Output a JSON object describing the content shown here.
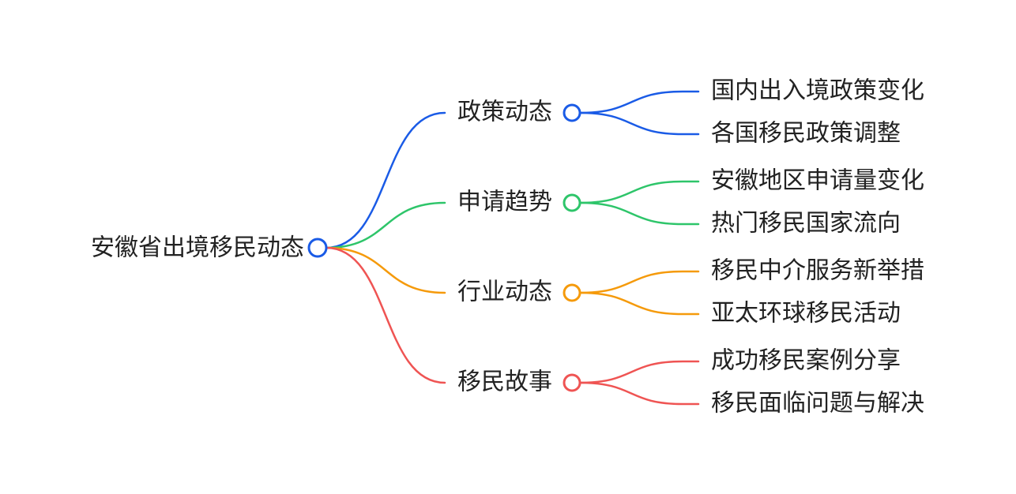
{
  "root": {
    "label": "安徽省出境移民动态",
    "color": "#1a5be6"
  },
  "branches": [
    {
      "label": "政策动态",
      "color": "#1a5be6",
      "children": [
        "国内出入境政策变化",
        "各国移民政策调整"
      ]
    },
    {
      "label": "申请趋势",
      "color": "#2ec56a",
      "children": [
        "安徽地区申请量变化",
        "热门移民国家流向"
      ]
    },
    {
      "label": "行业动态",
      "color": "#f59a0b",
      "children": [
        "移民中介服务新举措",
        "亚太环球移民活动"
      ]
    },
    {
      "label": "移民故事",
      "color": "#ef5453",
      "children": [
        "成功移民案例分享",
        "移民面临问题与解决"
      ]
    }
  ]
}
